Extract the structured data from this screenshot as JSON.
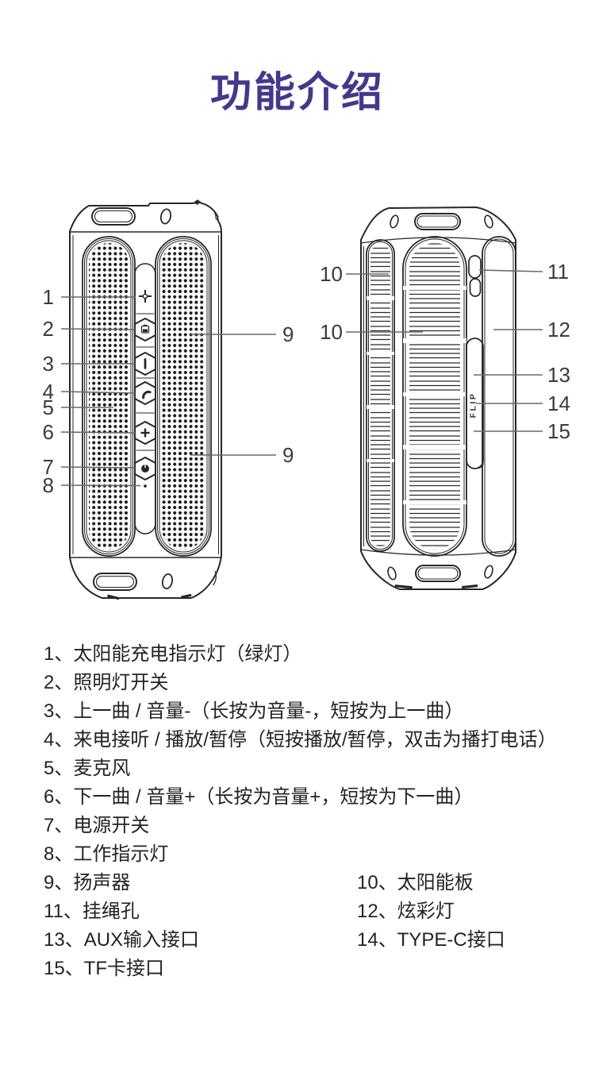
{
  "page": {
    "title": "功能介绍"
  },
  "colors": {
    "title": "#43398b",
    "line_art": "#29262b",
    "callout_text": "#3b3b3b",
    "callout_line": "#696969",
    "legend_text": "#232323"
  },
  "device": {
    "flip_label": "FLIP"
  },
  "callouts": {
    "front_left": [
      "1",
      "2",
      "3",
      "4",
      "5",
      "6",
      "7",
      "8"
    ],
    "front_right": [
      "9",
      "9"
    ],
    "back_left": [
      "10",
      "10"
    ],
    "back_right": [
      "11",
      "12",
      "13",
      "14",
      "15"
    ]
  },
  "legend": {
    "rows": [
      {
        "left": "1、太阳能充电指示灯（绿灯）",
        "right": ""
      },
      {
        "left": "2、照明灯开关",
        "right": ""
      },
      {
        "left": "3、上一曲 / 音量-（长按为音量-，短按为上一曲）",
        "right": ""
      },
      {
        "left": "4、来电接听 / 播放/暂停（短按播放/暂停，双击为播打电话）",
        "right": ""
      },
      {
        "left": "5、麦克风",
        "right": ""
      },
      {
        "left": "6、下一曲 / 音量+（长按为音量+，短按为下一曲）",
        "right": ""
      },
      {
        "left": "7、电源开关",
        "right": ""
      },
      {
        "left": "8、工作指示灯",
        "right": ""
      },
      {
        "left": "9、扬声器",
        "right": "10、太阳能板"
      },
      {
        "left": "11、挂绳孔",
        "right": "12、炫彩灯"
      },
      {
        "left": "13、AUX输入接口",
        "right": "14、TYPE-C接口"
      },
      {
        "left": "15、TF卡接口",
        "right": ""
      }
    ]
  }
}
